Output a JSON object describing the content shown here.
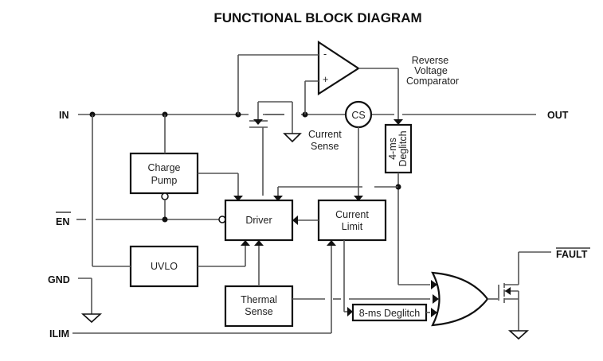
{
  "title": "FUNCTIONAL BLOCK DIAGRAM",
  "pins": {
    "in": "IN",
    "out": "OUT",
    "en": "EN",
    "gnd": "GND",
    "ilim": "ILIM",
    "fault": "FAULT"
  },
  "blocks": {
    "charge_pump": [
      "Charge",
      "Pump"
    ],
    "uvlo": "UVLO",
    "driver": "Driver",
    "current_limit": [
      "Current",
      "Limit"
    ],
    "thermal_sense": [
      "Thermal",
      "Sense"
    ],
    "deglitch_8ms": "8-ms Deglitch",
    "deglitch_4ms": [
      "4-ms",
      "Deglitch"
    ],
    "cs": "CS"
  },
  "labels": {
    "comparator": [
      "Reverse",
      "Voltage",
      "Comparator"
    ],
    "current_sense": [
      "Current",
      "Sense"
    ],
    "minus": "-",
    "plus": "+"
  }
}
